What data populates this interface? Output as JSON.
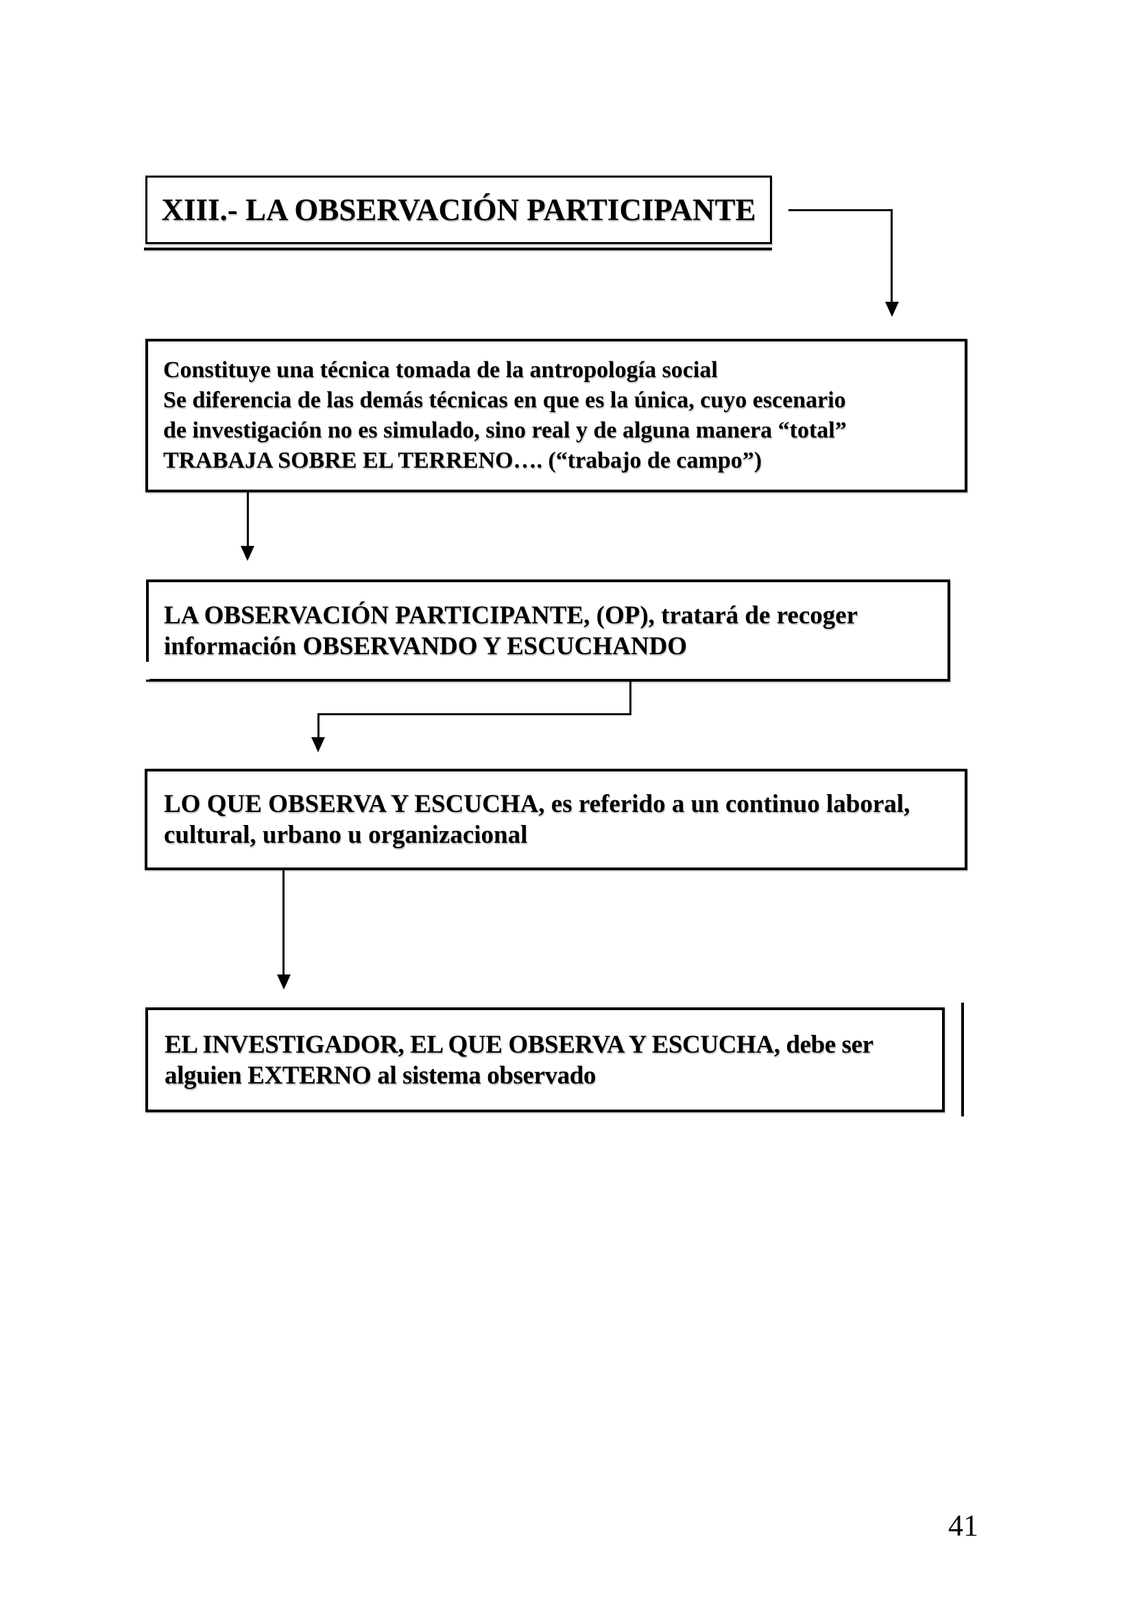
{
  "page": {
    "number": "41",
    "background_color": "#ffffff",
    "ink_color": "#000000"
  },
  "diagram": {
    "title": {
      "text": "XIII.- LA OBSERVACIÓN PARTICIPANTE"
    },
    "boxes": [
      {
        "id": "intro",
        "lines": [
          "Constituye una técnica tomada de la antropología social",
          "Se diferencia de las demás técnicas en que es la única, cuyo escenario",
          "de investigación no es simulado, sino real y de alguna manera “total”",
          "TRABAJA SOBRE EL TERRENO…. (“trabajo de campo”)"
        ]
      },
      {
        "id": "op-definition",
        "lines": [
          "LA OBSERVACIÓN PARTICIPANTE, (OP), tratará de recoger",
          "información OBSERVANDO Y ESCUCHANDO"
        ]
      },
      {
        "id": "observed-context",
        "lines": [
          "LO QUE OBSERVA Y ESCUCHA, es referido a un continuo laboral,",
          "cultural, urbano u organizacional"
        ]
      },
      {
        "id": "researcher",
        "lines": [
          "EL INVESTIGADOR, EL QUE OBSERVA Y ESCUCHA, debe ser",
          "alguien EXTERNO al sistema observado"
        ]
      }
    ]
  }
}
